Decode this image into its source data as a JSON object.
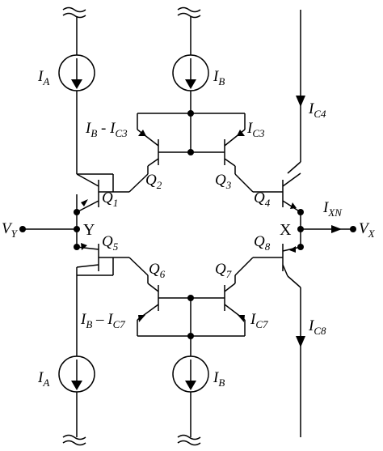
{
  "diagram": {
    "current_sources": {
      "top_left": {
        "symbol": "I",
        "sub": "A"
      },
      "top_mid": {
        "symbol": "I",
        "sub": "B"
      },
      "bot_left": {
        "symbol": "I",
        "sub": "A"
      },
      "bot_mid": {
        "symbol": "I",
        "sub": "B"
      }
    },
    "transistors": {
      "q1": {
        "symbol": "Q",
        "sub": "1"
      },
      "q2": {
        "symbol": "Q",
        "sub": "2"
      },
      "q3": {
        "symbol": "Q",
        "sub": "3"
      },
      "q4": {
        "symbol": "Q",
        "sub": "4"
      },
      "q5": {
        "symbol": "Q",
        "sub": "5"
      },
      "q6": {
        "symbol": "Q",
        "sub": "6"
      },
      "q7": {
        "symbol": "Q",
        "sub": "7"
      },
      "q8": {
        "symbol": "Q",
        "sub": "8"
      }
    },
    "currents": {
      "ic4": {
        "symbol": "I",
        "sub": "C4"
      },
      "ic8": {
        "symbol": "I",
        "sub": "C8"
      },
      "ic3": {
        "symbol": "I",
        "sub": "C3"
      },
      "ic7": {
        "symbol": "I",
        "sub": "C7"
      },
      "ixn": {
        "symbol": "I",
        "sub": "XN"
      },
      "ib_minus_ic3": {
        "a": "I",
        "a_sub": "B",
        "minus": " - ",
        "b": "I",
        "b_sub": "C3"
      },
      "ib_minus_ic7": {
        "a": "I",
        "a_sub": "B",
        "minus": " – ",
        "b": "I",
        "b_sub": "C7"
      }
    },
    "nodes": {
      "y": "Y",
      "x": "X",
      "vy": {
        "symbol": "V",
        "sub": "Y"
      },
      "vx": {
        "symbol": "V",
        "sub": "X"
      }
    }
  }
}
